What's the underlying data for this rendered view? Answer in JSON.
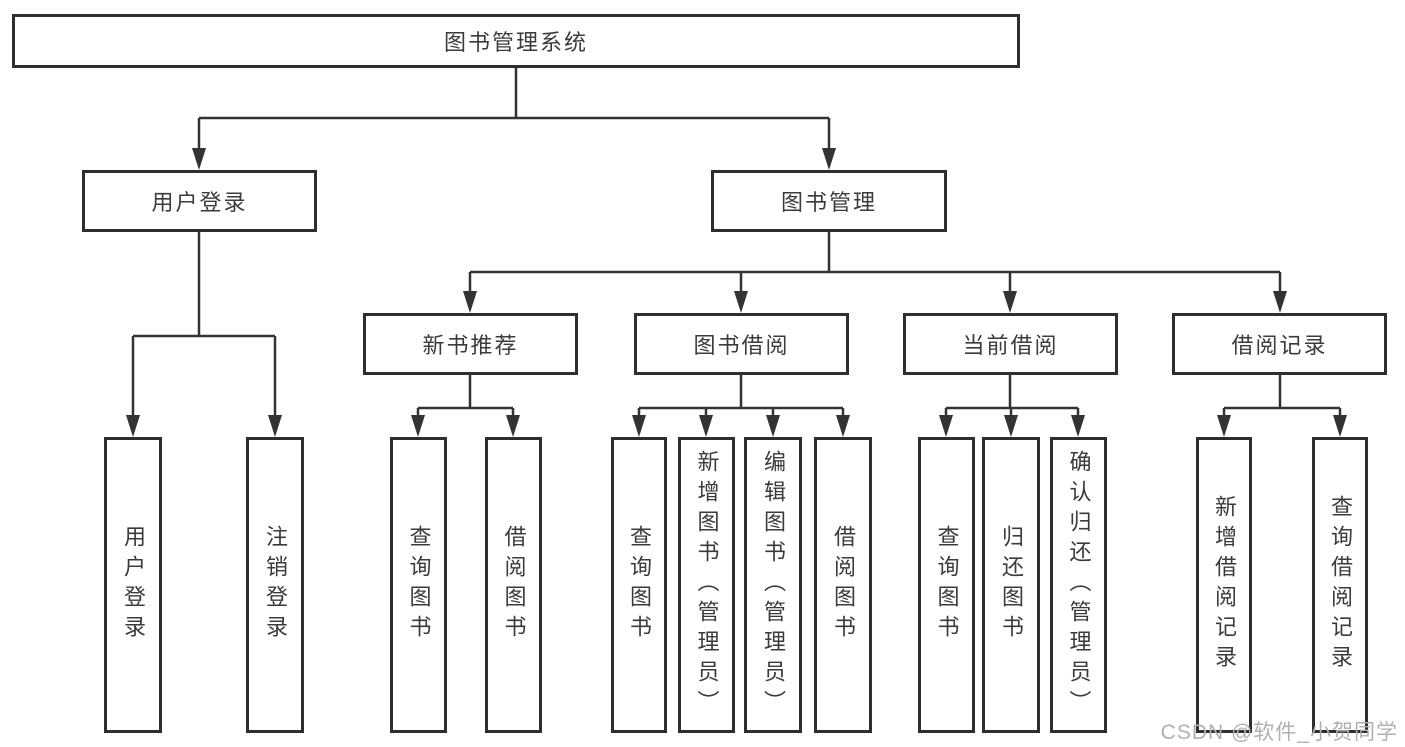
{
  "tree": {
    "root": {
      "label": "图书管理系统",
      "children": [
        {
          "label": "用户登录",
          "children": [
            {
              "label": "用户登录"
            },
            {
              "label": "注销登录"
            }
          ]
        },
        {
          "label": "图书管理",
          "children": [
            {
              "label": "新书推荐",
              "children": [
                {
                  "label": "查询图书"
                },
                {
                  "label": "借阅图书"
                }
              ]
            },
            {
              "label": "图书借阅",
              "children": [
                {
                  "label": "查询图书"
                },
                {
                  "label": "新增图书（管理员）"
                },
                {
                  "label": "编辑图书（管理员）"
                },
                {
                  "label": "借阅图书"
                }
              ]
            },
            {
              "label": "当前借阅",
              "children": [
                {
                  "label": "查询图书"
                },
                {
                  "label": "归还图书"
                },
                {
                  "label": "确认归还（管理员）"
                }
              ]
            },
            {
              "label": "借阅记录",
              "children": [
                {
                  "label": "新增借阅记录"
                },
                {
                  "label": "查询借阅记录"
                }
              ]
            }
          ]
        }
      ]
    }
  },
  "watermark": "CSDN @软件_小贺同学",
  "colors": {
    "line": "#333333",
    "box_border": "#2e2e2e",
    "text": "#3b3b3b",
    "watermark": "#b0b0b0",
    "background": "#ffffff"
  }
}
